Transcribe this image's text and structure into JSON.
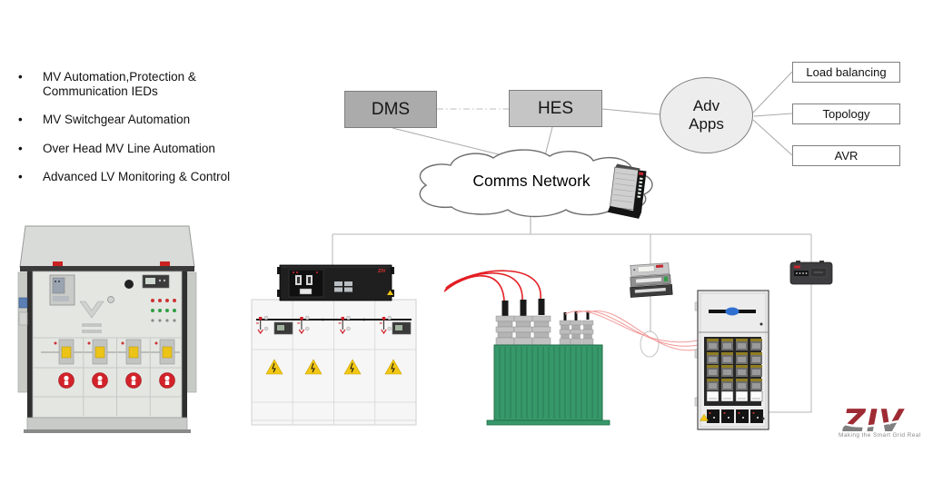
{
  "bullets": {
    "items": [
      "MV Automation,Protection & Communication IEDs",
      "MV Switchgear Automation",
      "Over Head MV Line Automation",
      "Advanced LV  Monitoring & Control"
    ],
    "marker": "•"
  },
  "nodes": {
    "dms": "DMS",
    "hes": "HES",
    "adv_apps": "Adv Apps",
    "cloud": "Comms Network",
    "apps": [
      "Load balancing",
      "Topology",
      "AVR"
    ]
  },
  "equipment": {
    "rtu_label": "ZIV",
    "icons": [
      "mv-switchgear-photo",
      "rtu-rack",
      "switchgear-lineup",
      "distribution-transformer",
      "data-concentrator",
      "lv-fuse-cabinet",
      "lv-comms-device",
      "cloud-router-device"
    ]
  },
  "logo": {
    "text": "ZIV",
    "tagline": "Making the Smart Grid Real"
  },
  "colors": {
    "dms_fill": "#ababab",
    "hes_fill": "#c5c5c5",
    "ellipse_fill": "#ededed",
    "box_border": "#7f7f7f",
    "connector": "#a9a9a9",
    "cable_red": "#e31e24",
    "cable_light_red": "#f29a9a",
    "transformer_green": "#37986a",
    "warning_yellow": "#f2c713",
    "logo_red": "#9e2b33",
    "logo_gray": "#7f7f7f"
  }
}
